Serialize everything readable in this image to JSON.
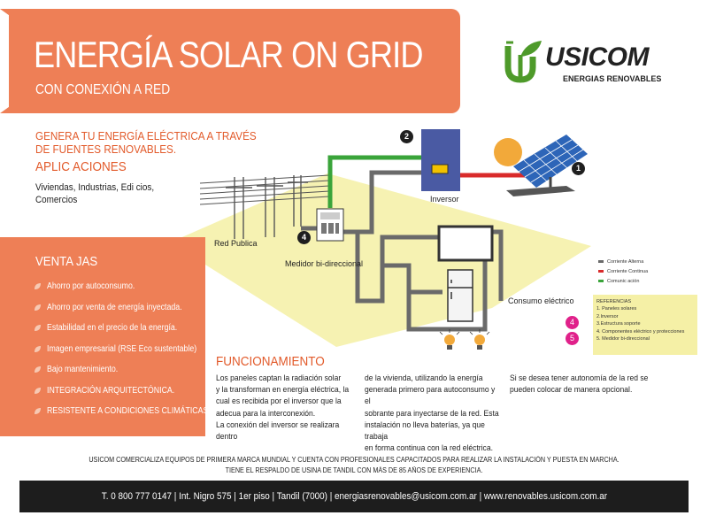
{
  "header": {
    "title": "ENERGÍA SOLAR ON GRID",
    "subtitle": "CON CONEXIÓN A RED"
  },
  "logo": {
    "name": "USICOM",
    "tagline": "ENERGIAS RENOVABLES",
    "icon": "leaf-u-logo-icon",
    "colors": {
      "green": "#4e9a2a",
      "dark": "#222222"
    }
  },
  "intro": {
    "headline": "GENERA TU ENERGÍA ELÉCTRICA A TRAVÉS DE FUENTES RENOVABLES.",
    "apps_title": "APLIC ACIONES",
    "apps_text": "Viviendas, Industrias, Edi cios, Comercios"
  },
  "diagram": {
    "labels": {
      "red": "Red Publica",
      "meter": "Medidor bi-direccional",
      "inverter": "Inversor",
      "consumption": "Consumo eléctrico"
    },
    "numbers": [
      "1",
      "2",
      "4"
    ],
    "colors": {
      "ac": "#6a6a6a",
      "dc": "#d92b2b",
      "comm": "#3aa43a",
      "floor": "#f6f2b2",
      "inverter": "#4a5aa3",
      "sun": "#f2a93a"
    }
  },
  "ventajas": {
    "title": "VENTA JAS",
    "items": [
      "Ahorro por autoconsumo.",
      "Ahorro por venta de energía inyectada.",
      "Estabilidad en el precio de la energía.",
      "Imagen empresarial (RSE Eco sustentable)",
      "Bajo mantenimiento.",
      "INTEGRACIÓN ARQUITECTÓNICA.",
      "RESISTENTE A CONDICIONES CLIMÁTICAS."
    ]
  },
  "funcionamiento": {
    "title": "FUNCIONAMIENTO",
    "col1": "Los paneles captan la radiación solar\ny la transforman en energía eléctrica, la\ncual es recibida por el inversor que la\nadecua para la interconexión.\nLa conexión del inversor se realizara dentro",
    "col2": "de la vivienda, utilizando la energía\ngenerada primero para autoconsumo y el\nsobrante para inyectarse de la red. Esta\ninstalación no lleva baterías, ya que trabaja\nen forma continua con la red eléctrica.",
    "col3": "Si se desea tener autonomía de la red se\npueden colocar de manera opcional."
  },
  "legend": {
    "items": [
      {
        "label": "Corriente Alterna",
        "color": "#6a6a6a"
      },
      {
        "label": "Corriente Continua",
        "color": "#d92b2b"
      },
      {
        "label": "Comunic ación",
        "color": "#3aa43a"
      }
    ]
  },
  "referencias": {
    "title": "REFERENCIAS",
    "items": [
      "1. Paneles solares",
      "2.Inversor",
      "3.Estructura soporte",
      "4. Componentes eléctrico y protecciones",
      "5. Medidor bi-direccional"
    ],
    "badges": [
      "4",
      "5"
    ]
  },
  "footer": {
    "line1": "USICOM COMERCIALIZA EQUIPOS DE PRIMERA MARCA MUNDIAL Y CUENTA CON PROFESIONALES CAPACITADOS PARA REALIZAR LA INSTALACIÓN Y PUESTA EN MARCHA.",
    "line2": "TIENE EL RESPALDO DE USINA DE TANDIL CON MÁS DE 85 AÑOS DE EXPERIENCIA.",
    "contact": "T. 0 800 777 0147 | Int. Nigro 575 | 1er piso | Tandil (7000) | energiasrenovables@usicom.com.ar | www.renovables.usicom.com.ar"
  }
}
